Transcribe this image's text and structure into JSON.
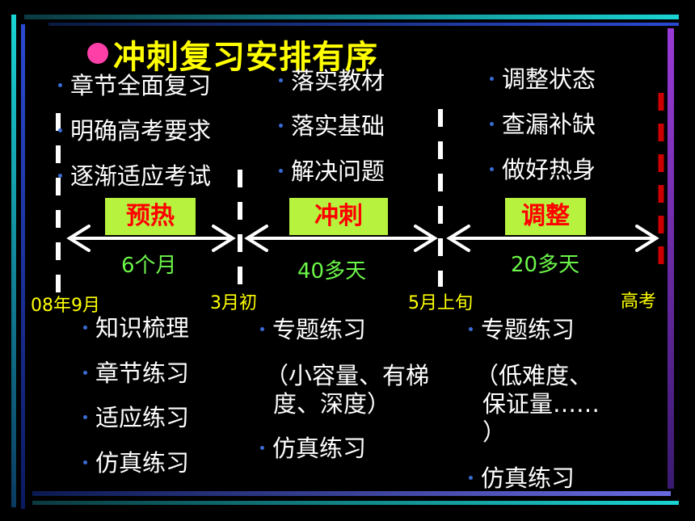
{
  "title": "冲刺复习安排有序",
  "colors": {
    "background": "#000000",
    "title": "#ffff00",
    "stage_fill": "#b7f23e",
    "stage_text": "#ff0000",
    "duration_text": "#6cf64a",
    "date_text": "#ffff00",
    "bullet": "#3a6cd6",
    "divider_final": "#cc0000"
  },
  "phases": [
    {
      "stage": "预热",
      "duration": "6个月",
      "top_items": [
        "章节全面复习",
        "明确高考要求",
        "逐渐适应考试"
      ],
      "bottom_items": [
        "知识梳理",
        "章节练习",
        "适应练习",
        "仿真练习"
      ]
    },
    {
      "stage": "冲刺",
      "duration": "40多天",
      "top_items": [
        "落实教材",
        "落实基础",
        "解决问题"
      ],
      "bottom": {
        "item1": "专题练习",
        "note_line1": "（小容量、有梯",
        "note_line2": "度、深度）",
        "item2": "仿真练习"
      }
    },
    {
      "stage": "调整",
      "duration": "20多天",
      "top_items": [
        "调整状态",
        "查漏补缺",
        "做好热身"
      ],
      "bottom": {
        "item1": "专题练习",
        "note_line1": "（低难度、",
        "note_line2": "保证量……",
        "note_line3": "）",
        "item2": "仿真练习"
      }
    }
  ],
  "dates": [
    "08年9月",
    "3月初",
    "5月上旬",
    "高考"
  ]
}
